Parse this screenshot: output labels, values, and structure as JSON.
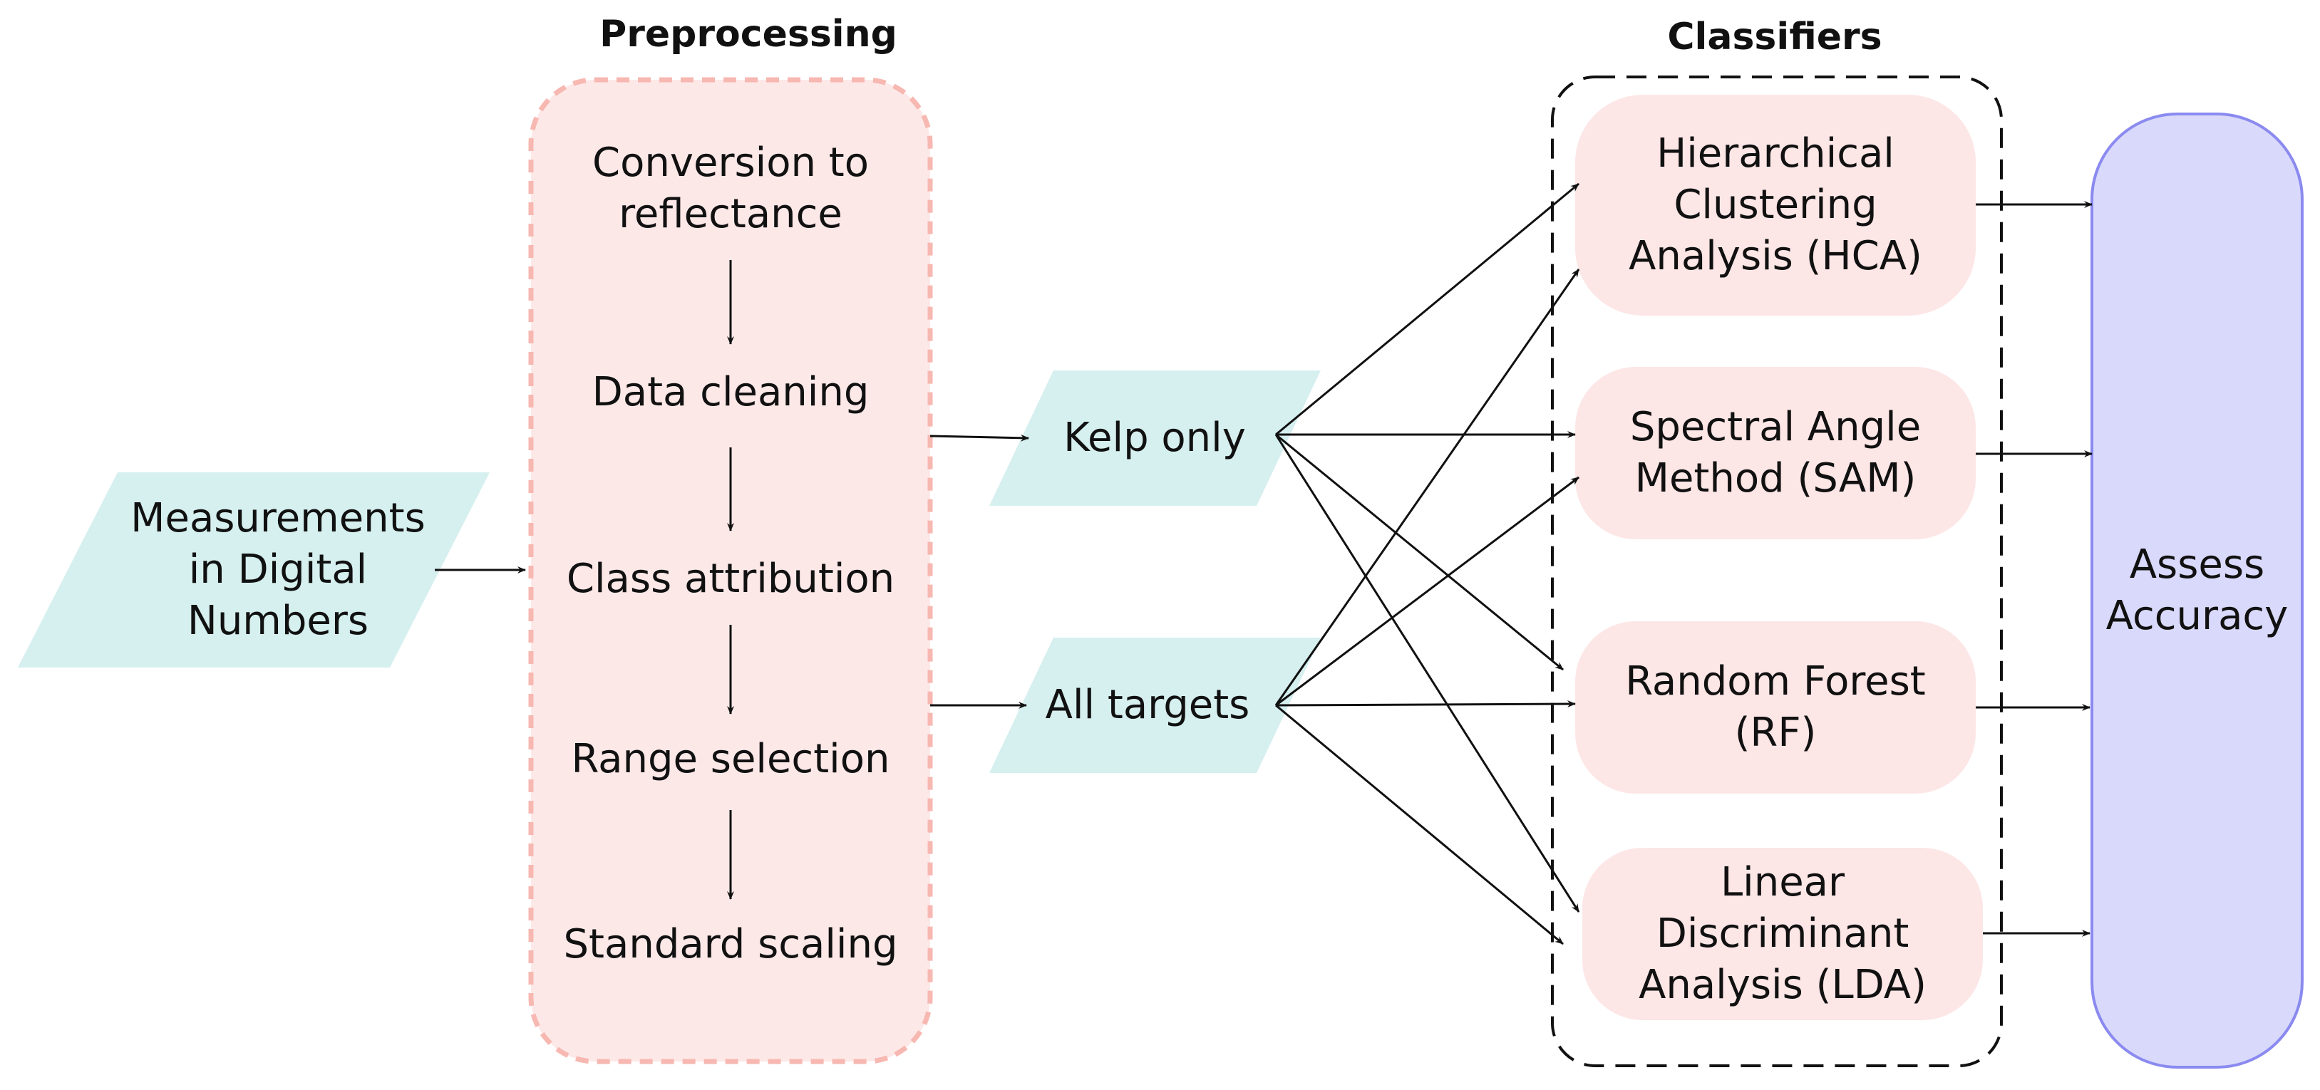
{
  "colors": {
    "preprocess_fill": "#fde8e8",
    "preprocess_border": "#f7b8b1",
    "input_fill": "#d6efef",
    "classifier_fill": "#fde6e6",
    "accuracy_fill": "#d9d9fb",
    "accuracy_border": "#8a8af0",
    "arrow": "#111111"
  },
  "titles": {
    "preprocessing": "Preprocessing",
    "classifiers": "Classifiers"
  },
  "input": {
    "measurements": "Measurements\nin Digital\nNumbers"
  },
  "preprocessing_steps": [
    "Conversion to\nreflectance",
    "Data cleaning",
    "Class attribution",
    "Range selection",
    "Standard scaling"
  ],
  "datasets": {
    "kelp_only": "Kelp only",
    "all_targets": "All targets"
  },
  "classifiers": [
    "Hierarchical\nClustering\nAnalysis (HCA)",
    "Spectral Angle\nMethod (SAM)",
    "Random Forest\n(RF)",
    "Linear\nDiscriminant\nAnalysis (LDA)"
  ],
  "output": {
    "assess_accuracy": "Assess\nAccuracy"
  }
}
